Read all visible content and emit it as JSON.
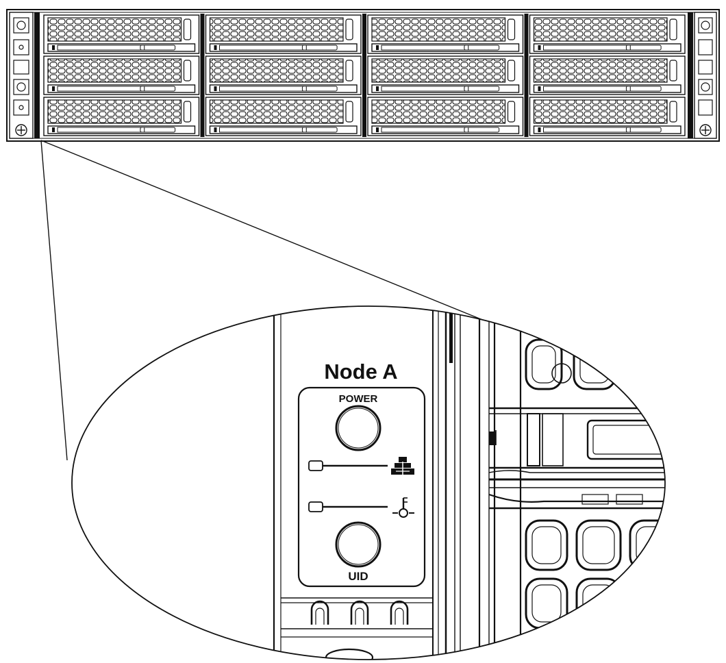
{
  "callout": {
    "node_label": "Node A",
    "power_label": "POWER",
    "uid_label": "UID"
  },
  "chassis": {
    "bay_columns": 4,
    "bay_rows": 3
  },
  "icons": {
    "network_led": "network-activity-icon",
    "info_led": "system-info-icon"
  },
  "colors": {
    "line": "#111111",
    "background": "#ffffff"
  }
}
